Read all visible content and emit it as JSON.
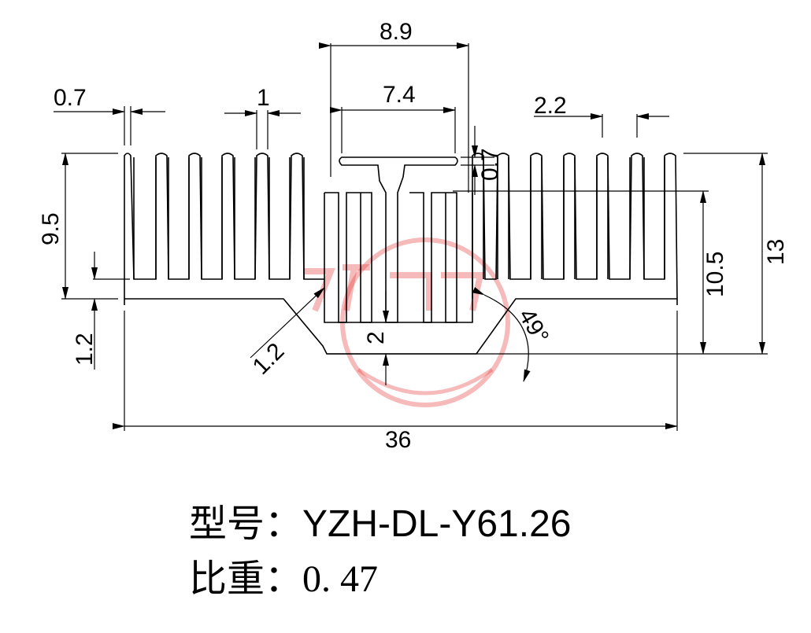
{
  "dimensions": {
    "d_0_7_left": "0.7",
    "d_1": "1",
    "d_8_9": "8.9",
    "d_7_4": "7.4",
    "d_2_2": "2.2",
    "d_0_7_right": "0.7",
    "d_9_5": "9.5",
    "d_1_2_left": "1.2",
    "d_1_2_diag": "1.2",
    "d_2": "2",
    "d_10_5": "10.5",
    "d_13": "13",
    "d_36": "36",
    "d_angle": "49°"
  },
  "caption": {
    "model_label": "型号：",
    "model_value": "YZH-DL-Y61.26",
    "gravity_label": "比重：",
    "gravity_value": "0. 47"
  },
  "colors": {
    "ink": "#000000",
    "watermark": "#e43a3a"
  },
  "icons": {
    "watermark": "logo-watermark"
  }
}
